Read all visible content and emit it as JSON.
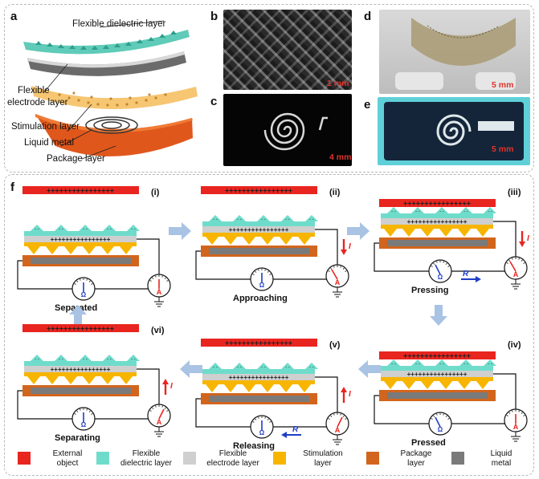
{
  "panels": {
    "a": {
      "letter": "a",
      "labels": [
        "Flexible dielectric layer",
        "Flexible",
        "electrode layer",
        "Stimulation layer",
        "Liquid metal",
        "Package layer"
      ]
    },
    "b": {
      "letter": "b",
      "scale": "1 mm"
    },
    "c": {
      "letter": "c",
      "scale": "4 mm"
    },
    "d": {
      "letter": "d",
      "scale": "5 mm"
    },
    "e": {
      "letter": "e",
      "scale": "5 mm"
    },
    "f": {
      "letter": "f"
    }
  },
  "steps": [
    {
      "num": "(i)",
      "name": "Separated"
    },
    {
      "num": "(ii)",
      "name": "Approaching"
    },
    {
      "num": "(iii)",
      "name": "Pressing"
    },
    {
      "num": "(iv)",
      "name": "Pressed"
    },
    {
      "num": "(v)",
      "name": "Releasing"
    },
    {
      "num": "(vi)",
      "name": "Separating"
    }
  ],
  "symbols": {
    "current": "I",
    "resistance": "R",
    "ammeter": "A"
  },
  "charges": {
    "plus_row": "++++++++++++++++",
    "minus": "- -"
  },
  "legend": [
    {
      "text": "External object",
      "l1": "External",
      "l2": "object",
      "color": "#e8251f"
    },
    {
      "text": "Flexible dielectric layer",
      "l1": "Flexible",
      "l2": "dielectric layer",
      "color": "#6fdccb"
    },
    {
      "text": "Flexible electrode layer",
      "l1": "Flexible",
      "l2": "electrode layer",
      "color": "#cfcfcf"
    },
    {
      "text": "Stimulation layer",
      "l1": "Stimulation",
      "l2": "layer",
      "color": "#f7b500"
    },
    {
      "text": "Package layer",
      "l1": "Package",
      "l2": "layer",
      "color": "#d2651d"
    },
    {
      "text": "Liquid metal",
      "l1": "Liquid",
      "l2": "metal",
      "color": "#7a7a7a"
    }
  ],
  "colors": {
    "external": "#e8251f",
    "dielectric": "#6fdccb",
    "electrode": "#cfcfcf",
    "stimulation": "#f7b500",
    "package": "#d2651d",
    "liquid_metal": "#7a7a7a",
    "arrow": "#a9c3e4",
    "resistor": "#1f3ec7"
  }
}
